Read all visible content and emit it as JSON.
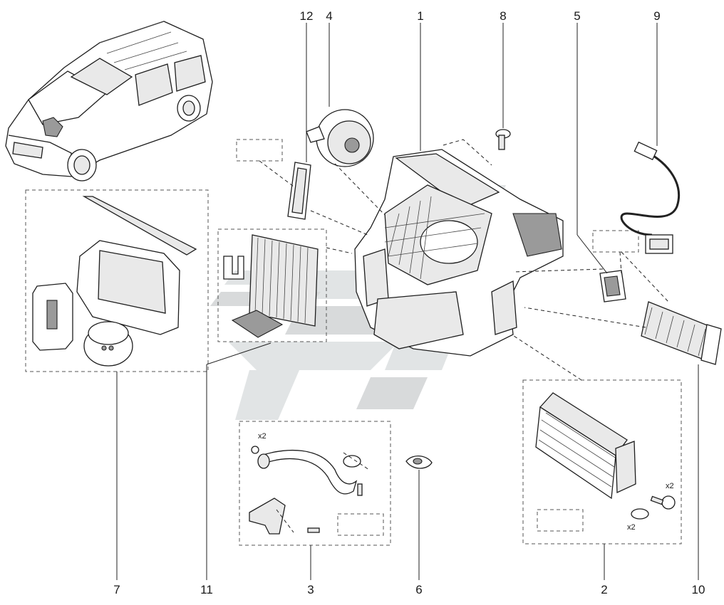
{
  "callouts": {
    "c1": "1",
    "c2": "2",
    "c3": "3",
    "c4": "4",
    "c5": "5",
    "c6": "6",
    "c7": "7",
    "c8": "8",
    "c9": "9",
    "c10": "10",
    "c11": "11",
    "c12": "12"
  },
  "quantities": {
    "q3_oring": "x2",
    "q2_screw": "x2",
    "q2_oring": "x2"
  },
  "colors": {
    "line": "#1e1e1e",
    "watermark": "#c9ced0",
    "watermark_dark": "#b9bdbf"
  }
}
